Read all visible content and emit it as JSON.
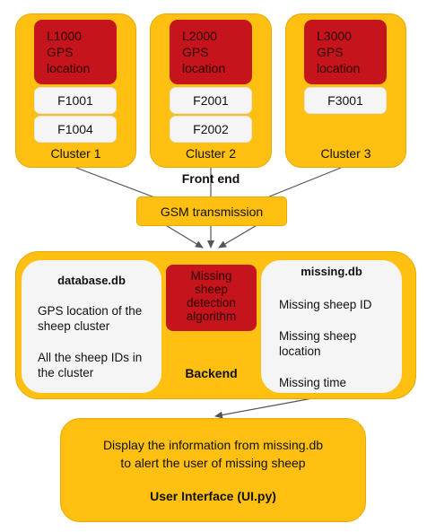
{
  "frontend": {
    "label": "Front end",
    "clusters": [
      {
        "leader_lines": [
          "L1000",
          "GPS",
          "location"
        ],
        "sheep": [
          "F1001",
          "F1004"
        ],
        "label": "Cluster 1"
      },
      {
        "leader_lines": [
          "L2000",
          "GPS",
          "location"
        ],
        "sheep": [
          "F2001",
          "F2002"
        ],
        "label": "Cluster 2"
      },
      {
        "leader_lines": [
          "L3000",
          "GPS",
          "location"
        ],
        "sheep": [
          "F3001"
        ],
        "label": "Cluster 3"
      }
    ],
    "transmission_label": "GSM transmission"
  },
  "backend": {
    "label": "Backend",
    "database": {
      "title": "database.db",
      "items": [
        "GPS location of the sheep cluster",
        "All the sheep IDs in the cluster"
      ]
    },
    "algorithm_lines": [
      "Missing",
      "sheep",
      "detection",
      "algorithm"
    ],
    "missing_db": {
      "title": "missing.db",
      "items": [
        "Missing sheep ID",
        "Missing sheep location",
        "Missing time"
      ]
    }
  },
  "ui": {
    "description_lines": [
      "Display the information from missing.db",
      "to alert the user of missing sheep"
    ],
    "title": "User Interface (UI.py)"
  },
  "colors": {
    "container": "#ffc012",
    "leader_box": "#c5141b",
    "item_box": "#f5f5f5",
    "arrow": "#555555"
  }
}
